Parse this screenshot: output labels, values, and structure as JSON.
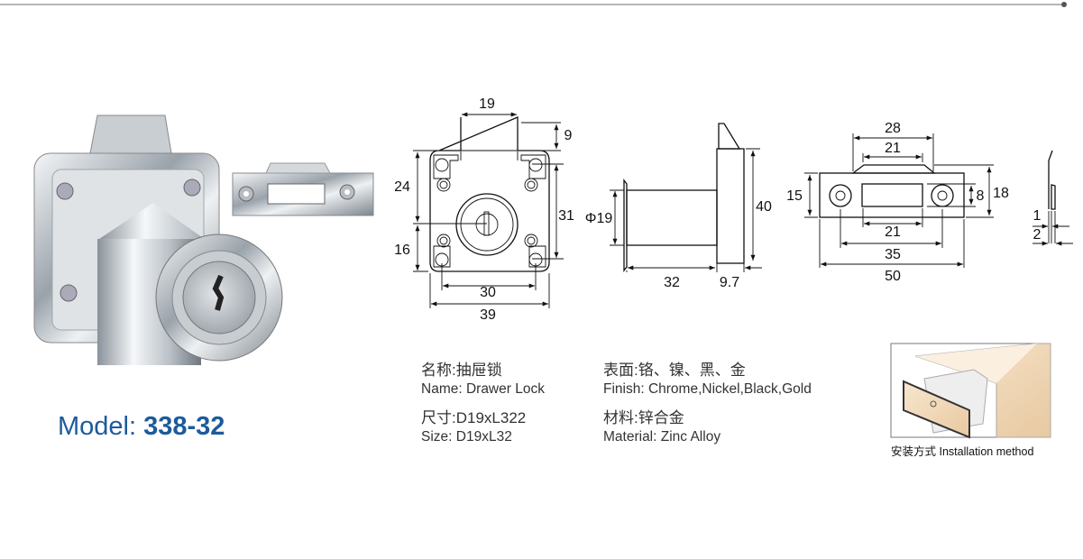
{
  "model": {
    "label": "Model:",
    "number": "338-32",
    "color": "#1c5a9c"
  },
  "front_view": {
    "dims": [
      "19",
      "9",
      "24",
      "16",
      "31",
      "30",
      "39"
    ]
  },
  "side_view": {
    "dims": [
      "40",
      "Φ19",
      "32",
      "9.7"
    ]
  },
  "strike_plate": {
    "dims": [
      "28",
      "21",
      "15",
      "8",
      "18",
      "21",
      "35",
      "50"
    ]
  },
  "profile": {
    "dims": [
      "1",
      "2"
    ]
  },
  "specs": {
    "name_cn": "名称:抽屉锁",
    "name_en": "Name: Drawer Lock",
    "size_cn": "尺寸:D19xL322",
    "size_en": "Size: D19xL32",
    "finish_cn": "表面:铬、镍、黑、金",
    "finish_en": "Finish: Chrome,Nickel,Black,Gold",
    "material_cn": "材料:锌合金",
    "material_en": "Material: Zinc Alloy"
  },
  "installation": {
    "caption": "安装方式 Installation method"
  }
}
